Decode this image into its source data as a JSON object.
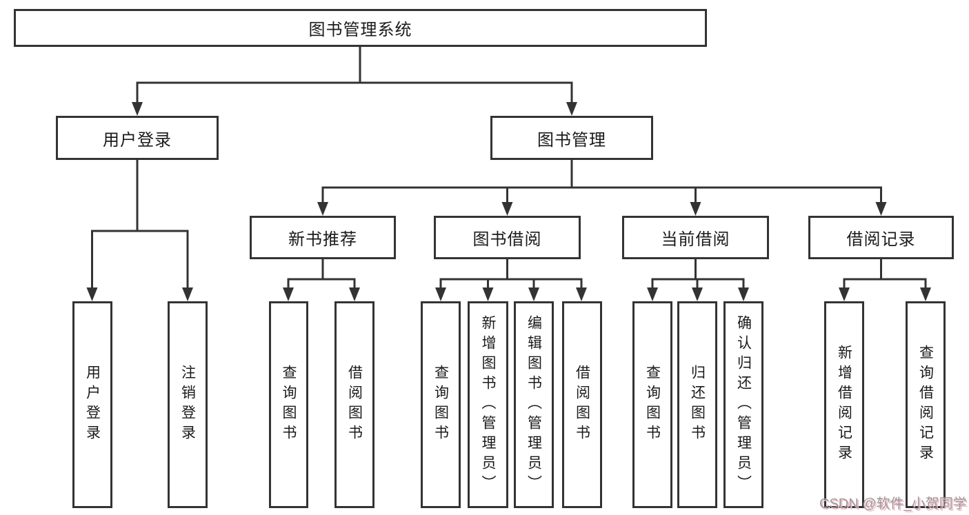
{
  "diagram_title": "图书管理系统",
  "nodes": {
    "root": "图书管理系统",
    "user_login": "用户登录",
    "book_mgmt": "图书管理",
    "new_book_rec": "新书推荐",
    "book_borrow": "图书借阅",
    "current_borrow": "当前借阅",
    "borrow_records": "借阅记录",
    "leaf_user_login": "用户登录",
    "leaf_logout": "注销登录",
    "leaf_rec_query_book": "查询图书",
    "leaf_rec_borrow_book": "借阅图书",
    "leaf_bb_query_book": "查询图书",
    "leaf_bb_add_book": "新增图书（管理员）",
    "leaf_bb_edit_book": "编辑图书（管理员）",
    "leaf_bb_borrow_book": "借阅图书",
    "leaf_cb_query_book": "查询图书",
    "leaf_cb_return_book": "归还图书",
    "leaf_cb_confirm_return": "确认归还（管理员）",
    "leaf_br_add_record": "新增借阅记录",
    "leaf_br_query_record": "查询借阅记录"
  },
  "watermark": "CSDN @软件_小贺同学",
  "colors": {
    "line": "#333333",
    "box_background": "#ffffff",
    "text": "#1a1a1a",
    "watermark_text": "#9a9a9a",
    "watermark_shadow": "#f2b7c6"
  }
}
